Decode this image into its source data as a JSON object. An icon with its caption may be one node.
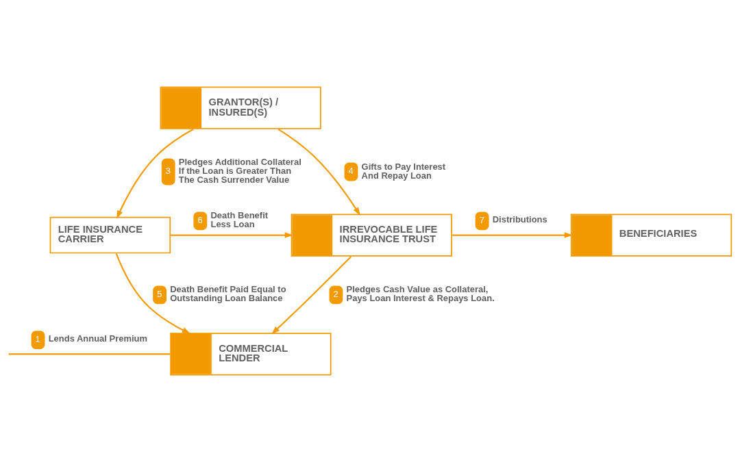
{
  "diagram": {
    "nodes": [
      {
        "text": [
          "GRANTOR(S) / INSURED(S)"
        ]
      },
      {
        "text": [
          "LIFE INSURANCE CARRIER"
        ]
      },
      {
        "text": [
          "IRREVOCABLE LIFE INSURANCE TRUST"
        ]
      },
      {
        "text": [
          "BENEFICIARIES"
        ]
      },
      {
        "text": [
          "COMMERCIAL LENDER"
        ]
      }
    ],
    "edges": [
      {
        "from": 0,
        "to": 1,
        "arrow": "to",
        "label": "3 Pledges Additional Collateral If the Loan is Greater Than The Cash Surrender Value"
      },
      {
        "from": 0,
        "to": 2,
        "arrow": "to",
        "label": "4 Gifts to Pay Interest And Repay Loan"
      },
      {
        "from": 1,
        "to": 2,
        "arrow": "to",
        "label": "6 Death Benefit Less Loan"
      },
      {
        "from": 2,
        "to": 3,
        "arrow": "to",
        "label": "7 Distributions"
      },
      {
        "from": 2,
        "to": 4,
        "arrow": "to",
        "label": "2 Pledges Cash Value as Collateral, Pays Loan Interest & Repays Loan."
      },
      {
        "from": 1,
        "to": 4,
        "arrow": "to",
        "label": "5 Death Benefit Paid Equal to Outstanding Loan Balance"
      },
      {
        "from": 4,
        "to": null,
        "arrow": "none",
        "label": "1 Lends Annual Premium"
      }
    ]
  }
}
